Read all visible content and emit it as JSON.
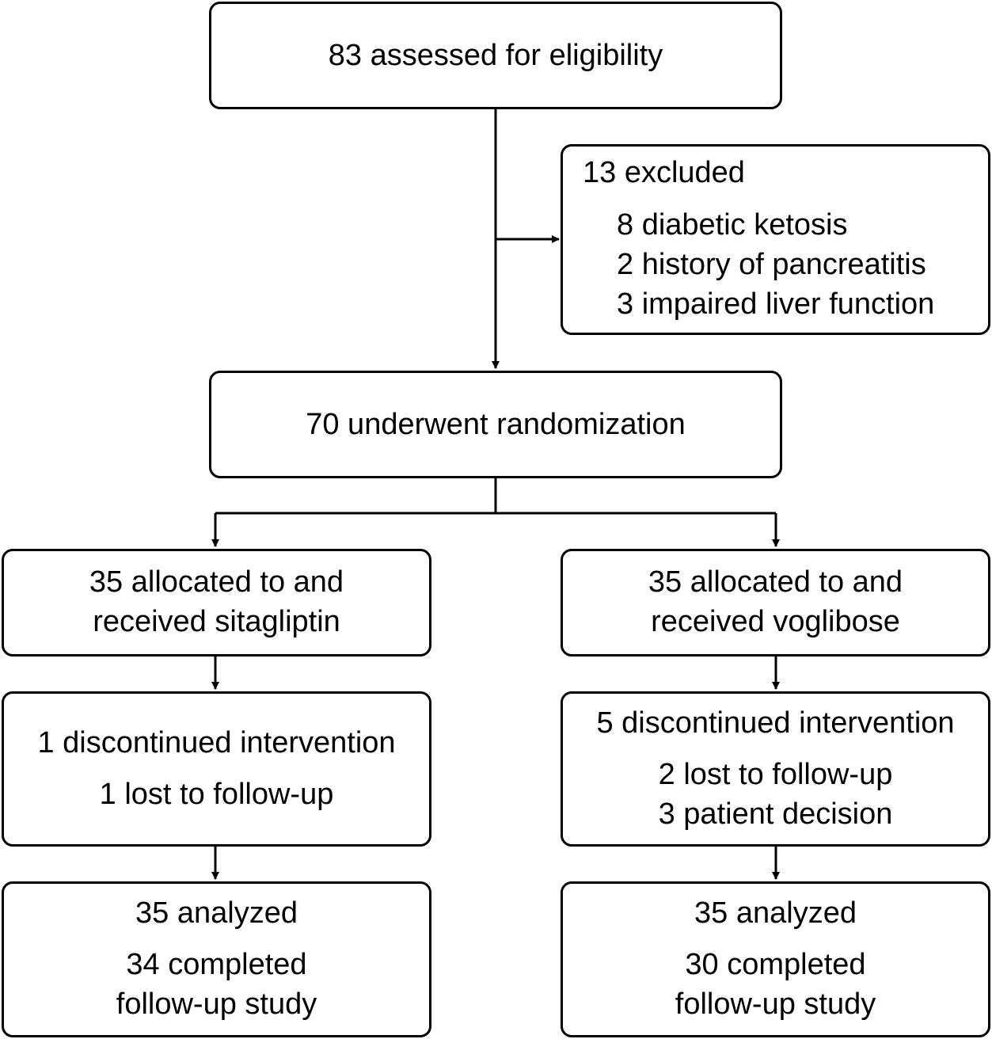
{
  "enrollment": {
    "assessed": "83 assessed for eligibility",
    "excluded": {
      "title": "13 excluded",
      "reasons": [
        "8 diabetic ketosis",
        "2 history of pancreatitis",
        "3 impaired liver function"
      ]
    },
    "randomized": "70 underwent randomization"
  },
  "arms": [
    {
      "allocation": [
        "35 allocated to and",
        "received sitagliptin"
      ],
      "followup": [
        "1 discontinued intervention",
        "1 lost to follow-up"
      ],
      "analysis": [
        "35 analyzed",
        "34 completed",
        "follow-up study"
      ]
    },
    {
      "allocation": [
        "35 allocated to and",
        "received voglibose"
      ],
      "followup": [
        "5 discontinued intervention",
        "2 lost to follow-up",
        "3 patient decision"
      ],
      "analysis": [
        "35 analyzed",
        "30 completed",
        "follow-up study"
      ]
    }
  ]
}
